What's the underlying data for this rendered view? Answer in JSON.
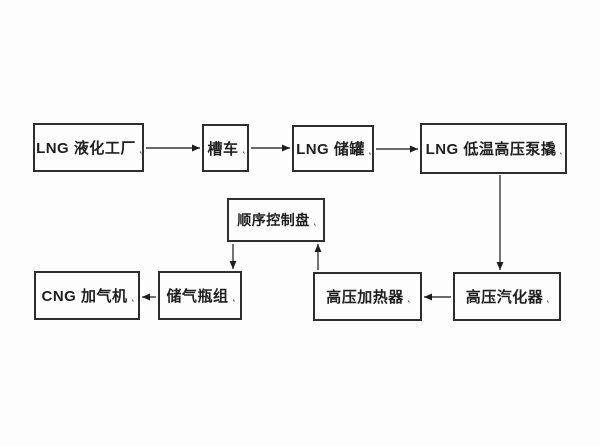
{
  "diagram": {
    "type": "flowchart",
    "paragraph_mark": ",",
    "colors": {
      "background": "#fdfdfd",
      "box_border": "#2e2e2e",
      "text": "#1f1f1f",
      "line": "#3a3a3a"
    },
    "nodes": [
      {
        "id": "lng-plant",
        "label": "LNG 液化工厂"
      },
      {
        "id": "tanker-truck",
        "label": "槽车"
      },
      {
        "id": "lng-storage-tank",
        "label": "LNG 储罐"
      },
      {
        "id": "lng-pump-skid",
        "label": "LNG 低温高压泵撬"
      },
      {
        "id": "sequence-control-panel",
        "label": "顺序控制盘"
      },
      {
        "id": "cng-dispenser",
        "label": "CNG 加气机"
      },
      {
        "id": "gas-cylinder-group",
        "label": "储气瓶组"
      },
      {
        "id": "hp-heater",
        "label": "高压加热器"
      },
      {
        "id": "hp-vaporizer",
        "label": "高压汽化器"
      }
    ],
    "edges": [
      {
        "from": "lng-plant",
        "to": "tanker-truck"
      },
      {
        "from": "tanker-truck",
        "to": "lng-storage-tank"
      },
      {
        "from": "lng-storage-tank",
        "to": "lng-pump-skid"
      },
      {
        "from": "lng-pump-skid",
        "to": "hp-vaporizer"
      },
      {
        "from": "hp-vaporizer",
        "to": "hp-heater"
      },
      {
        "from": "hp-heater",
        "to": "sequence-control-panel"
      },
      {
        "from": "sequence-control-panel",
        "to": "gas-cylinder-group"
      },
      {
        "from": "gas-cylinder-group",
        "to": "cng-dispenser"
      }
    ]
  }
}
